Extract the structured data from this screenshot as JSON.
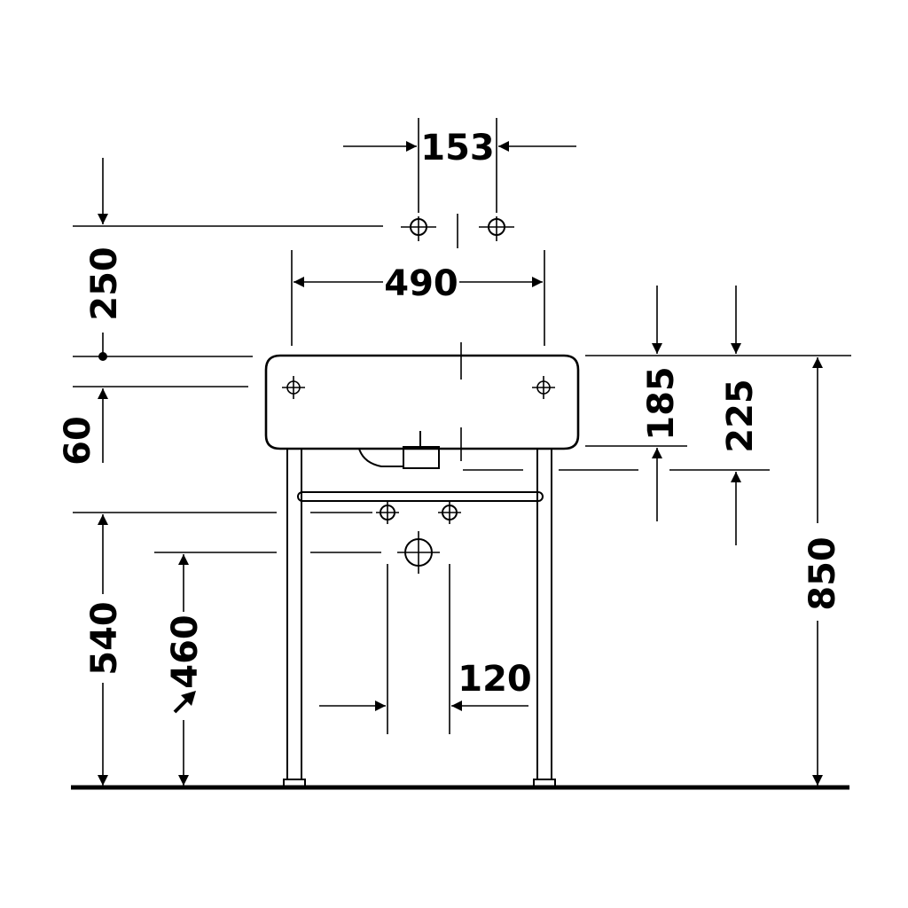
{
  "dimensions": {
    "tap_spacing": "153",
    "wall_outlet_height": "250",
    "basin_width": "490",
    "front_depth_185": "185",
    "front_depth_225": "225",
    "rim_offset": "60",
    "bar_height": "540",
    "drain_height": "460",
    "total_height": "850",
    "drain_spacing": "120"
  },
  "colors": {
    "ink": "#000000",
    "paper": "#ffffff"
  },
  "icons": {
    "fixing_point": "crosshair-circle-icon",
    "leader_arrow": "arrow-up-right-icon"
  }
}
